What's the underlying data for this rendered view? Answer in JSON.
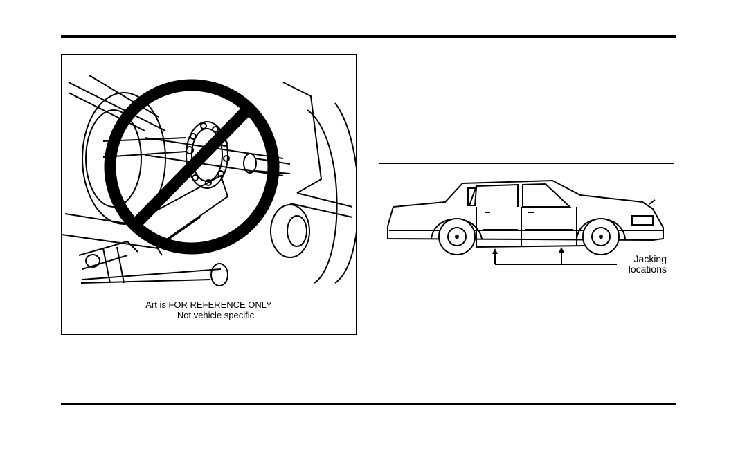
{
  "figure_left": {
    "caption_line1": "Art is FOR REFERENCE ONLY",
    "caption_line2": "Not vehicle specific"
  },
  "figure_right": {
    "label_line1": "Jacking",
    "label_line2": "locations"
  },
  "colors": {
    "ink": "#000000",
    "paper": "#ffffff"
  }
}
